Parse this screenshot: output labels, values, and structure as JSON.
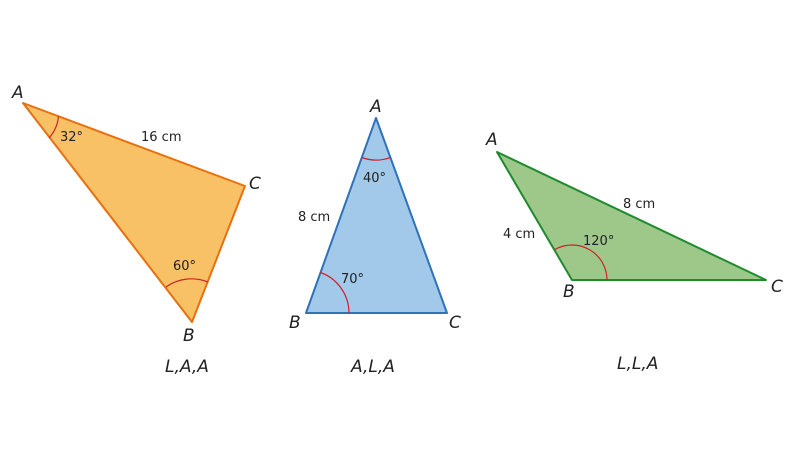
{
  "colors": {
    "orange_fill": "#F9C165",
    "orange_stroke": "#E8700F",
    "blue_fill": "#A2C8EA",
    "blue_stroke": "#2E72B8",
    "green_fill": "#9DC88A",
    "green_stroke": "#1F8A2E",
    "angle_arc": "#D0202A"
  },
  "triangles": [
    {
      "vertices": {
        "a": "A",
        "b": "B",
        "c": "C"
      },
      "measures": {
        "angle_a": "32°",
        "side_ac": "16 cm",
        "angle_b": "60°"
      },
      "caption": "L,A,A"
    },
    {
      "vertices": {
        "a": "A",
        "b": "B",
        "c": "C"
      },
      "measures": {
        "angle_a": "40°",
        "side_ab": "8 cm",
        "angle_b": "70°"
      },
      "caption": "A,L,A"
    },
    {
      "vertices": {
        "a": "A",
        "b": "B",
        "c": "C"
      },
      "measures": {
        "side_ab": "4 cm",
        "side_ac": "8 cm",
        "angle_b": "120°"
      },
      "caption": "L,L,A"
    }
  ]
}
